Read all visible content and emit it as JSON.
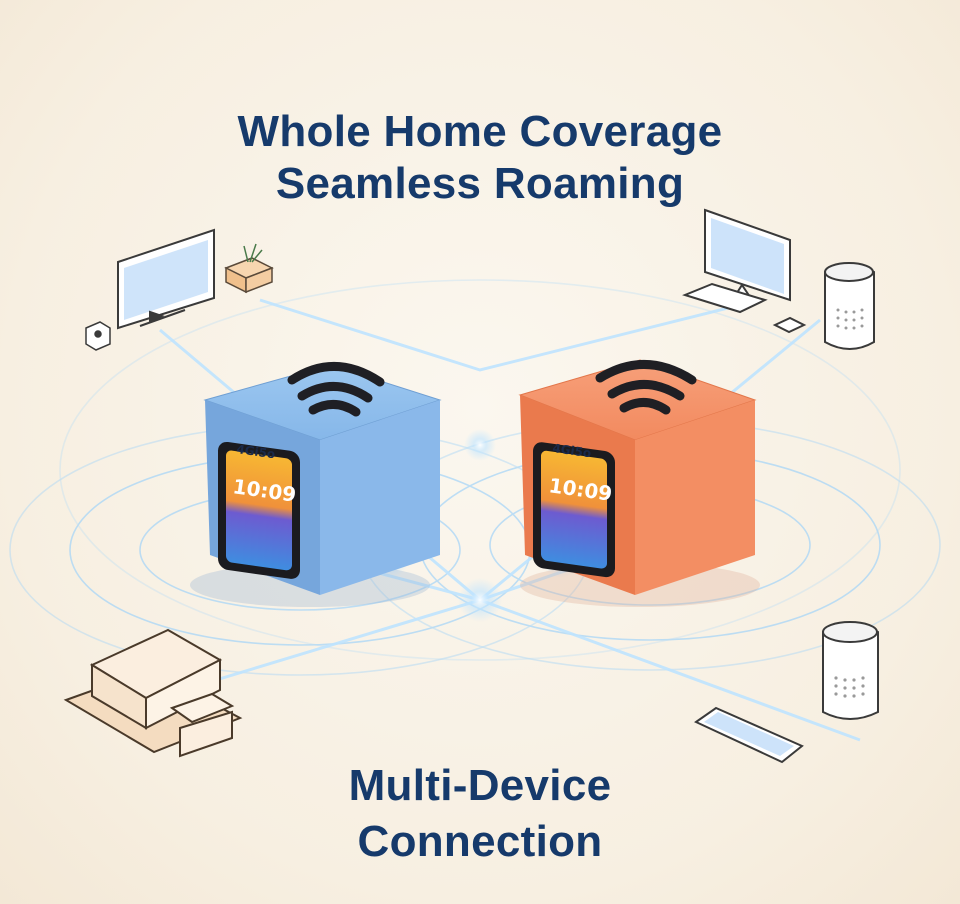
{
  "top_headline": {
    "line1": "Whole Home Coverage",
    "line2": "Seamless Roaming"
  },
  "bottom_headline": {
    "line1": "Multi-Device",
    "line2": "Connection"
  },
  "router_left": {
    "brand_text": "4Gi5o",
    "screen_time": "10:09",
    "color": "#7fb2e5"
  },
  "router_right": {
    "brand_text": "4Gi5o",
    "screen_time": "10:09",
    "color": "#f08458"
  },
  "colors": {
    "headline": "#163a6b",
    "signal": "#9fd0f5",
    "background": "#f8f1e4"
  }
}
